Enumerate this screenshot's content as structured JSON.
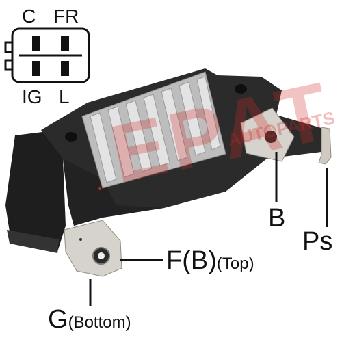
{
  "connector": {
    "top_left": "C",
    "top_right": "FR",
    "bottom_left": "IG",
    "bottom_right": "L"
  },
  "terminals": {
    "b": "B",
    "ps": "Ps",
    "f_main": "F(B)",
    "f_sub": "(Top)",
    "g_main": "G",
    "g_sub": "(Bottom)"
  },
  "watermark": {
    "main": "EPAT",
    "sub": "AUTOPARTS"
  },
  "colors": {
    "body": "#2b2b2b",
    "heatsink": "#c9c9c9",
    "metal": "#d6d3cc",
    "watermark": "#d22828"
  }
}
